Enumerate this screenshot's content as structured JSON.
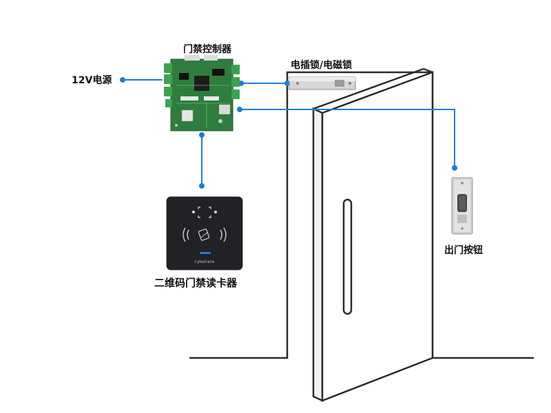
{
  "labels": {
    "controller": "门禁控制器",
    "power": "12V电源",
    "lock": "电插锁/电磁锁",
    "exit_button": "出门按钮",
    "reader": "二维码门禁读卡器",
    "reader_brand": "cybeirace"
  },
  "colors": {
    "wire": "#1a7fd6",
    "outline": "#2b2b2b",
    "pcb": "#2f7d3e",
    "reader_body": "#1c1c1f",
    "reader_led": "#1e7be0",
    "button_plate": "#c9c9c9"
  },
  "icons": {
    "reader_card": "card-tap-icon",
    "reader_waves": "nfc-wave-icon",
    "reader_qr": "qr-frame-icon"
  }
}
